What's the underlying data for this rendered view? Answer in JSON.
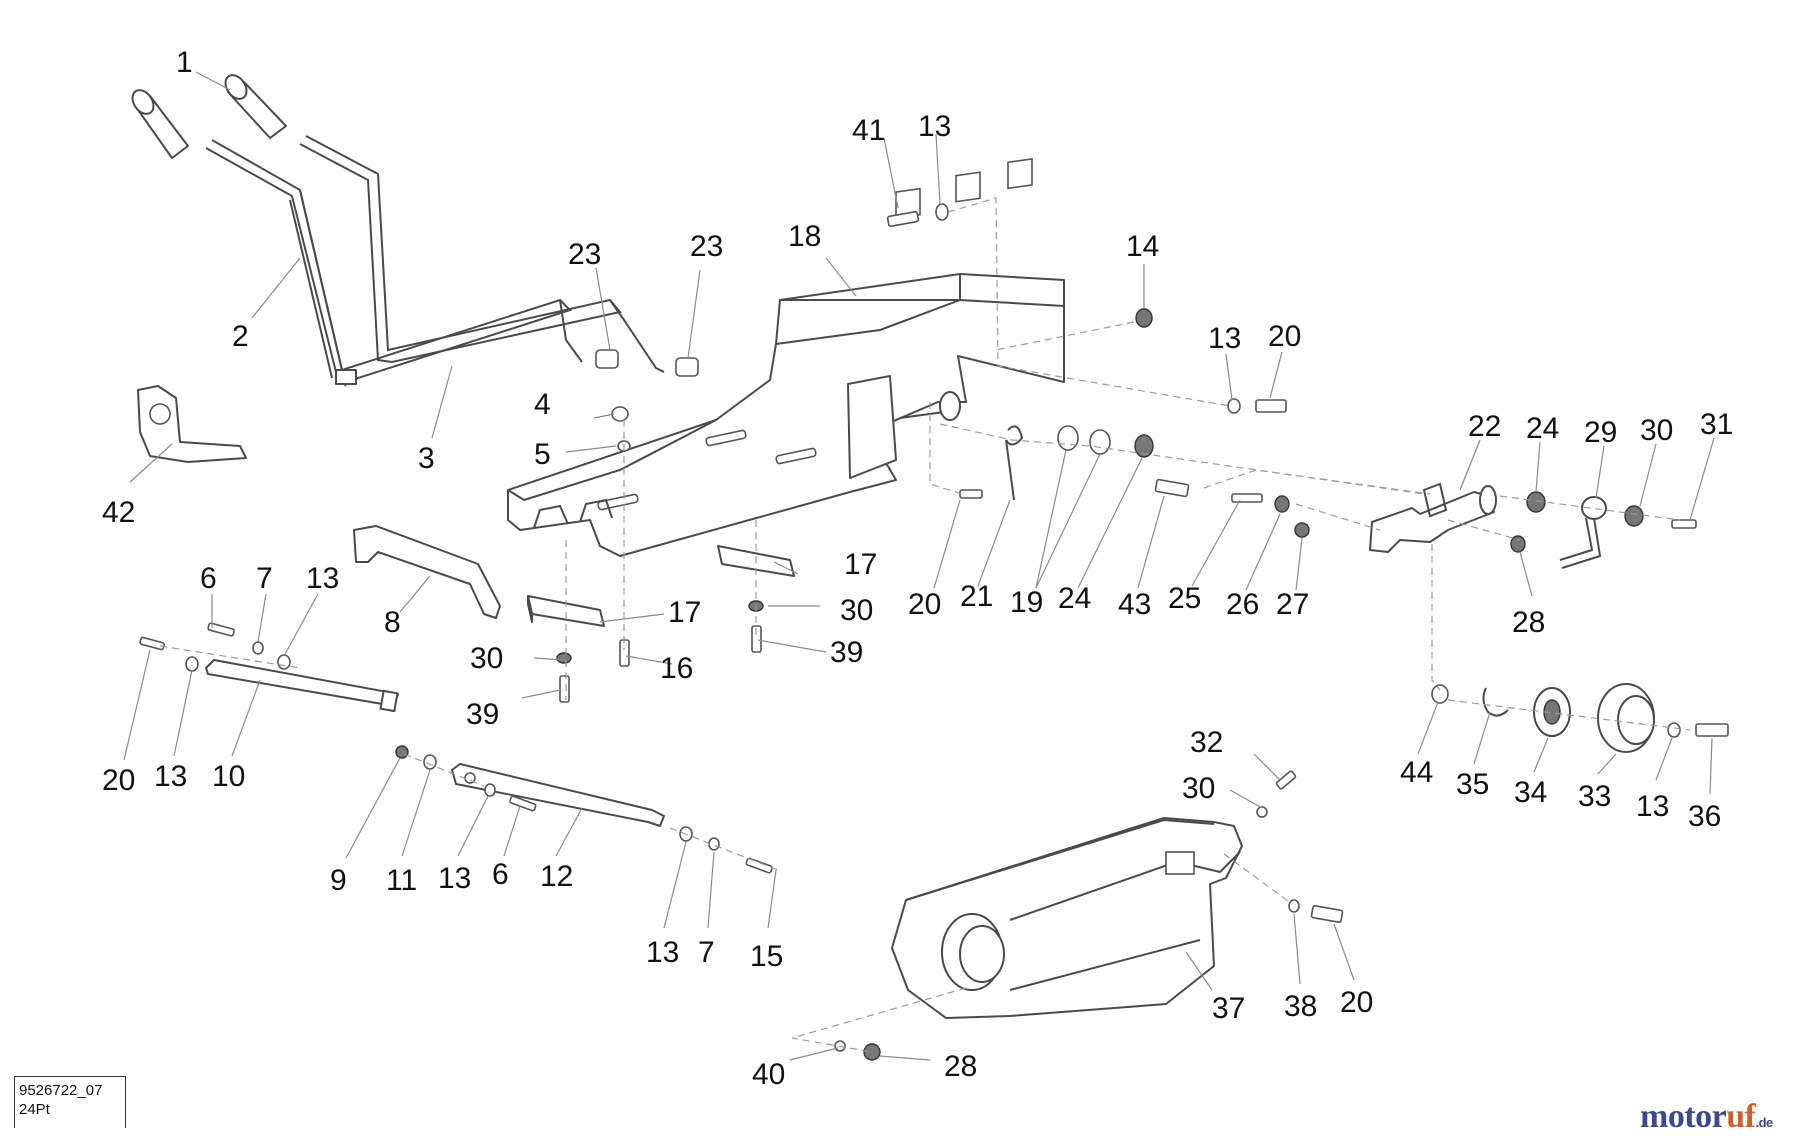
{
  "drawing": {
    "reference_code": "9526722_07",
    "variant": "24Pt"
  },
  "brand": {
    "logo_text_a": "motor",
    "logo_text_b": "uf",
    "logo_tld": ".de",
    "color_primary": "#3a4a8c",
    "color_accent": "#d0602a"
  },
  "callouts": [
    {
      "id": "c1",
      "label": "1"
    },
    {
      "id": "c2",
      "label": "2"
    },
    {
      "id": "c3",
      "label": "3"
    },
    {
      "id": "c42",
      "label": "42"
    },
    {
      "id": "c23a",
      "label": "23"
    },
    {
      "id": "c23b",
      "label": "23"
    },
    {
      "id": "c18",
      "label": "18"
    },
    {
      "id": "c41",
      "label": "41"
    },
    {
      "id": "c13a",
      "label": "13"
    },
    {
      "id": "c14",
      "label": "14"
    },
    {
      "id": "c13b",
      "label": "13"
    },
    {
      "id": "c20a",
      "label": "20"
    },
    {
      "id": "c4",
      "label": "4"
    },
    {
      "id": "c5",
      "label": "5"
    },
    {
      "id": "c22",
      "label": "22"
    },
    {
      "id": "c24a",
      "label": "24"
    },
    {
      "id": "c29",
      "label": "29"
    },
    {
      "id": "c30a",
      "label": "30"
    },
    {
      "id": "c31",
      "label": "31"
    },
    {
      "id": "c6a",
      "label": "6"
    },
    {
      "id": "c7a",
      "label": "7"
    },
    {
      "id": "c13c",
      "label": "13"
    },
    {
      "id": "c8",
      "label": "8"
    },
    {
      "id": "c17a",
      "label": "17"
    },
    {
      "id": "c17b",
      "label": "17"
    },
    {
      "id": "c30b",
      "label": "30"
    },
    {
      "id": "c20b",
      "label": "20"
    },
    {
      "id": "c21",
      "label": "21"
    },
    {
      "id": "c19",
      "label": "19"
    },
    {
      "id": "c24b",
      "label": "24"
    },
    {
      "id": "c43",
      "label": "43"
    },
    {
      "id": "c25",
      "label": "25"
    },
    {
      "id": "c26",
      "label": "26"
    },
    {
      "id": "c27",
      "label": "27"
    },
    {
      "id": "c28a",
      "label": "28"
    },
    {
      "id": "c30c",
      "label": "30"
    },
    {
      "id": "c16",
      "label": "16"
    },
    {
      "id": "c39a",
      "label": "39"
    },
    {
      "id": "c39b",
      "label": "39"
    },
    {
      "id": "c20c",
      "label": "20"
    },
    {
      "id": "c13d",
      "label": "13"
    },
    {
      "id": "c10",
      "label": "10"
    },
    {
      "id": "c44",
      "label": "44"
    },
    {
      "id": "c35",
      "label": "35"
    },
    {
      "id": "c34",
      "label": "34"
    },
    {
      "id": "c33",
      "label": "33"
    },
    {
      "id": "c13e",
      "label": "13"
    },
    {
      "id": "c36",
      "label": "36"
    },
    {
      "id": "c32",
      "label": "32"
    },
    {
      "id": "c30d",
      "label": "30"
    },
    {
      "id": "c9",
      "label": "9"
    },
    {
      "id": "c11",
      "label": "11"
    },
    {
      "id": "c13f",
      "label": "13"
    },
    {
      "id": "c6b",
      "label": "6"
    },
    {
      "id": "c12",
      "label": "12"
    },
    {
      "id": "c13g",
      "label": "13"
    },
    {
      "id": "c7b",
      "label": "7"
    },
    {
      "id": "c15",
      "label": "15"
    },
    {
      "id": "c37",
      "label": "37"
    },
    {
      "id": "c38",
      "label": "38"
    },
    {
      "id": "c20d",
      "label": "20"
    },
    {
      "id": "c40",
      "label": "40"
    },
    {
      "id": "c28b",
      "label": "28"
    }
  ]
}
